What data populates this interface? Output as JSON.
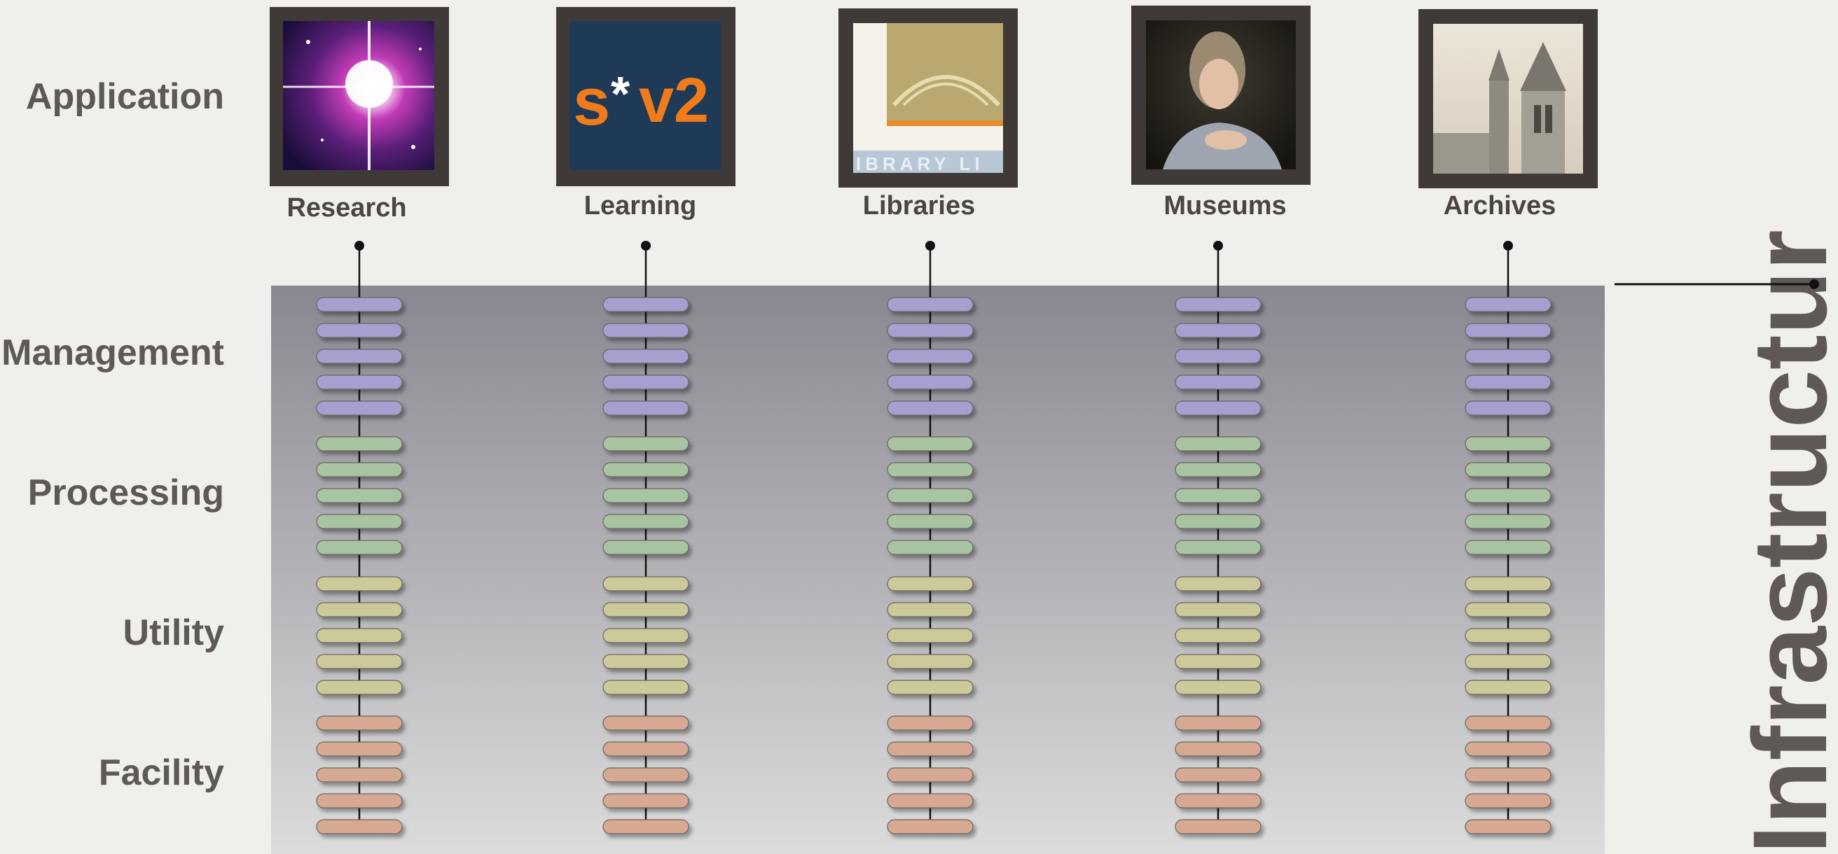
{
  "layers": [
    "Application",
    "Management",
    "Processing",
    "Utility",
    "Facility"
  ],
  "columns": [
    {
      "label": "Research",
      "icon": "nebula-star-photo"
    },
    {
      "label": "Learning",
      "icon": "sv2-logo-photo"
    },
    {
      "label": "Libraries",
      "icon": "library-sign-photo"
    },
    {
      "label": "Museums",
      "icon": "portrait-painting-photo"
    },
    {
      "label": "Archives",
      "icon": "church-building-photo"
    }
  ],
  "vertical_title": "Infrastructur",
  "colors": {
    "Management": "#a79fd0",
    "Processing": "#a8c4a2",
    "Utility": "#cdca9a",
    "Facility": "#d7a992",
    "frame": "#3f3a38",
    "panel_top": "#898891",
    "panel_bottom": "#dcdcdc"
  }
}
